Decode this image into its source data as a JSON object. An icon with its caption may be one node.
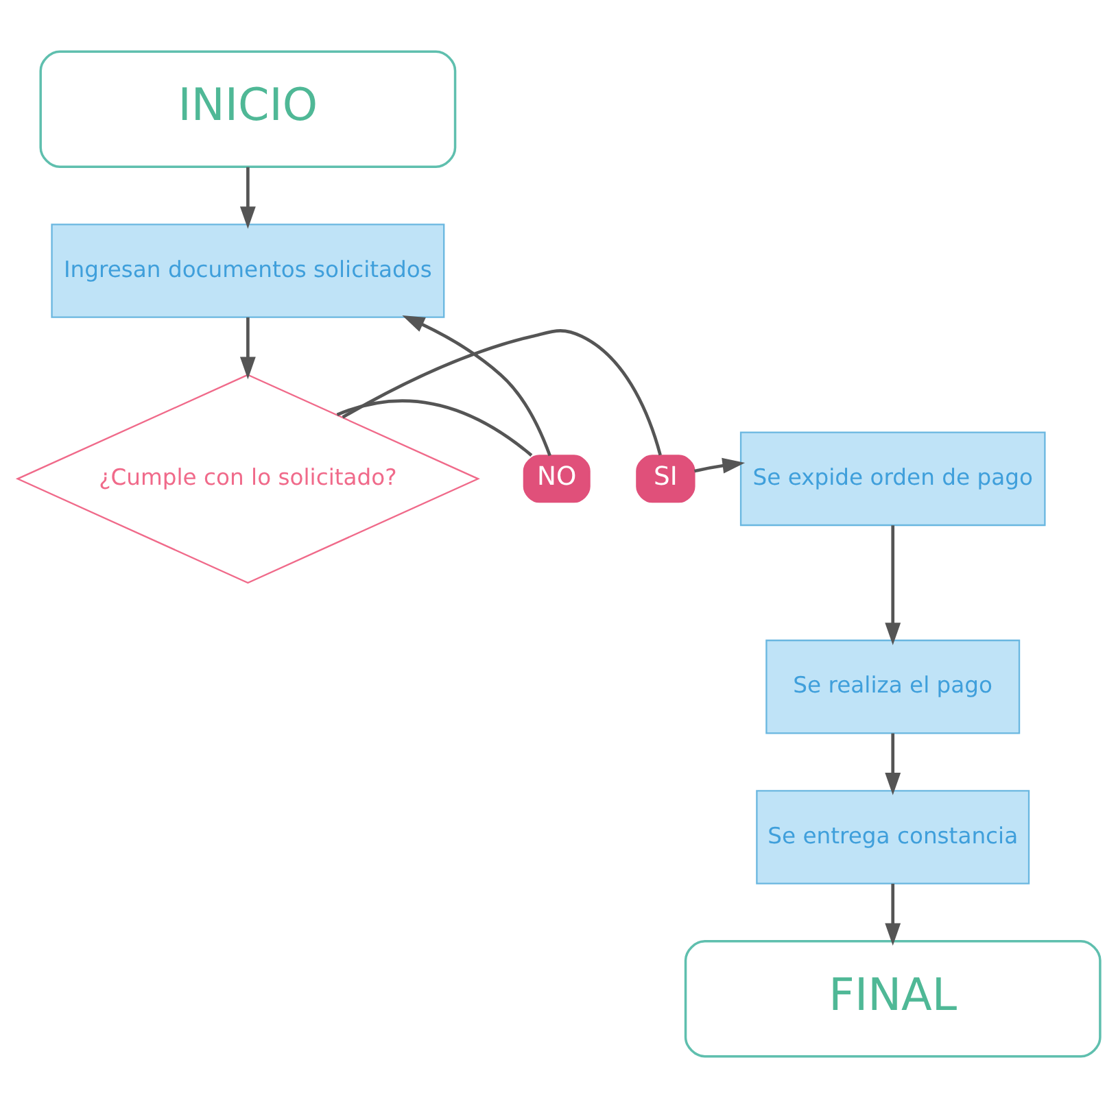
{
  "diagram": {
    "nodes": [
      {
        "text": [
          "INICIO"
        ]
      },
      {
        "text": [
          "Ingresan documentos solicitados"
        ]
      },
      {
        "text": [
          "¿Cumple con lo solicitado?"
        ]
      },
      {
        "text": [
          "SI"
        ]
      },
      {
        "text": [
          "NO"
        ]
      },
      {
        "text": [
          "Se expide orden de pago"
        ]
      },
      {
        "text": [
          "Se realiza el pago"
        ]
      },
      {
        "text": [
          "Se entrega constancia"
        ]
      },
      {
        "text": [
          "FINAL"
        ]
      }
    ],
    "edges": [
      {
        "from": 0,
        "to": 1,
        "arrow": "to"
      },
      {
        "from": 1,
        "to": 2,
        "arrow": "to"
      },
      {
        "from": 2,
        "to": 3,
        "arrow": "none"
      },
      {
        "from": 3,
        "to": 5,
        "arrow": "to"
      },
      {
        "from": 2,
        "to": 4,
        "arrow": "none"
      },
      {
        "from": 4,
        "to": 1,
        "arrow": "to"
      },
      {
        "from": 5,
        "to": 6,
        "arrow": "to"
      },
      {
        "from": 6,
        "to": 7,
        "arrow": "to"
      },
      {
        "from": 7,
        "to": 8,
        "arrow": "to"
      }
    ]
  }
}
